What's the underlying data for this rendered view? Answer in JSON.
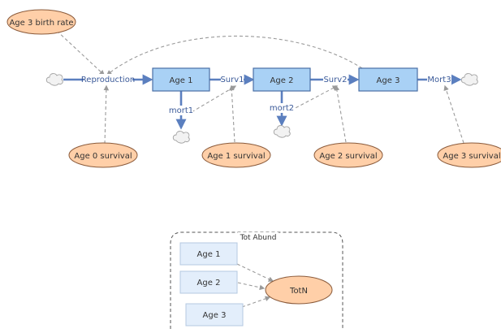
{
  "variables": {
    "age3_birth_rate": "Age 3 birth rate",
    "age0_survival": "Age 0 survival",
    "age1_survival": "Age 1 survival",
    "age2_survival": "Age 2 survival",
    "age3_survival": "Age 3 survival"
  },
  "stocks": {
    "age1": "Age 1",
    "age2": "Age 2",
    "age3": "Age 3"
  },
  "flows": {
    "reproduction": "Reproduction",
    "surv1": "Surv1",
    "surv2": "Surv2",
    "mort1": "mort1",
    "mort2": "mort2",
    "mort3": "Mort3"
  },
  "group": {
    "title": "Tot Abund",
    "ghost_age1": "Age 1",
    "ghost_age2": "Age 2",
    "ghost_age3": "Age 3",
    "total": "TotN"
  },
  "colors": {
    "stock_fill": "#a9d1f5",
    "stock_stroke": "#4a6fa5",
    "variable_fill": "#ffcfa8",
    "variable_stroke": "#8a5a3a",
    "flow": "#5b7fbf",
    "link": "#9a9a9a",
    "ghost_fill": "#e3eefb",
    "ghost_stroke": "#b5c8e0"
  }
}
